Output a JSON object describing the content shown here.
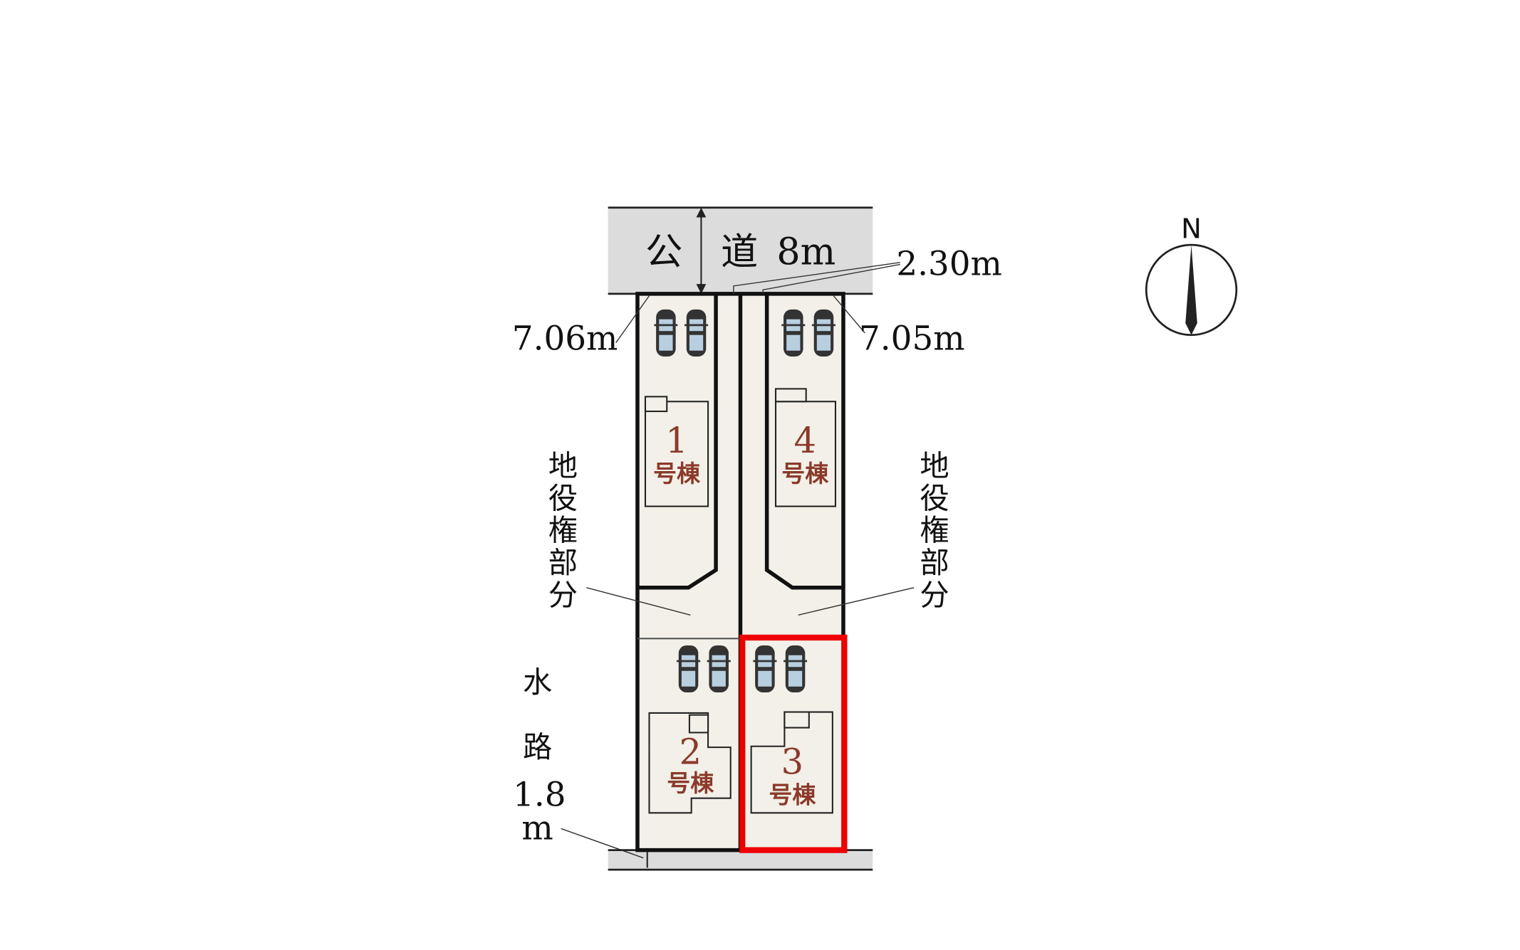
{
  "road": {
    "label_1": "公",
    "label_2": "道",
    "width": "8m"
  },
  "dimensions": {
    "frontage_left": "7.06m",
    "frontage_right": "7.05m",
    "driveway": "2.30m",
    "waterway_width_1": "1.8",
    "waterway_width_2": "m"
  },
  "easement": {
    "chars": [
      "地",
      "役",
      "権",
      "部",
      "分"
    ]
  },
  "waterway": {
    "char_1": "水",
    "char_2": "路"
  },
  "lots": [
    {
      "number": "1",
      "suffix": "号棟"
    },
    {
      "number": "2",
      "suffix": "号棟"
    },
    {
      "number": "3",
      "suffix": "号棟",
      "highlighted": true
    },
    {
      "number": "4",
      "suffix": "号棟"
    }
  ],
  "compass": {
    "label": "N"
  },
  "colors": {
    "highlight": "#ee0000",
    "lot_fill": "#f2f0e8",
    "road_fill": "#dcdcdc",
    "lot_label": "#8b3a2a"
  }
}
